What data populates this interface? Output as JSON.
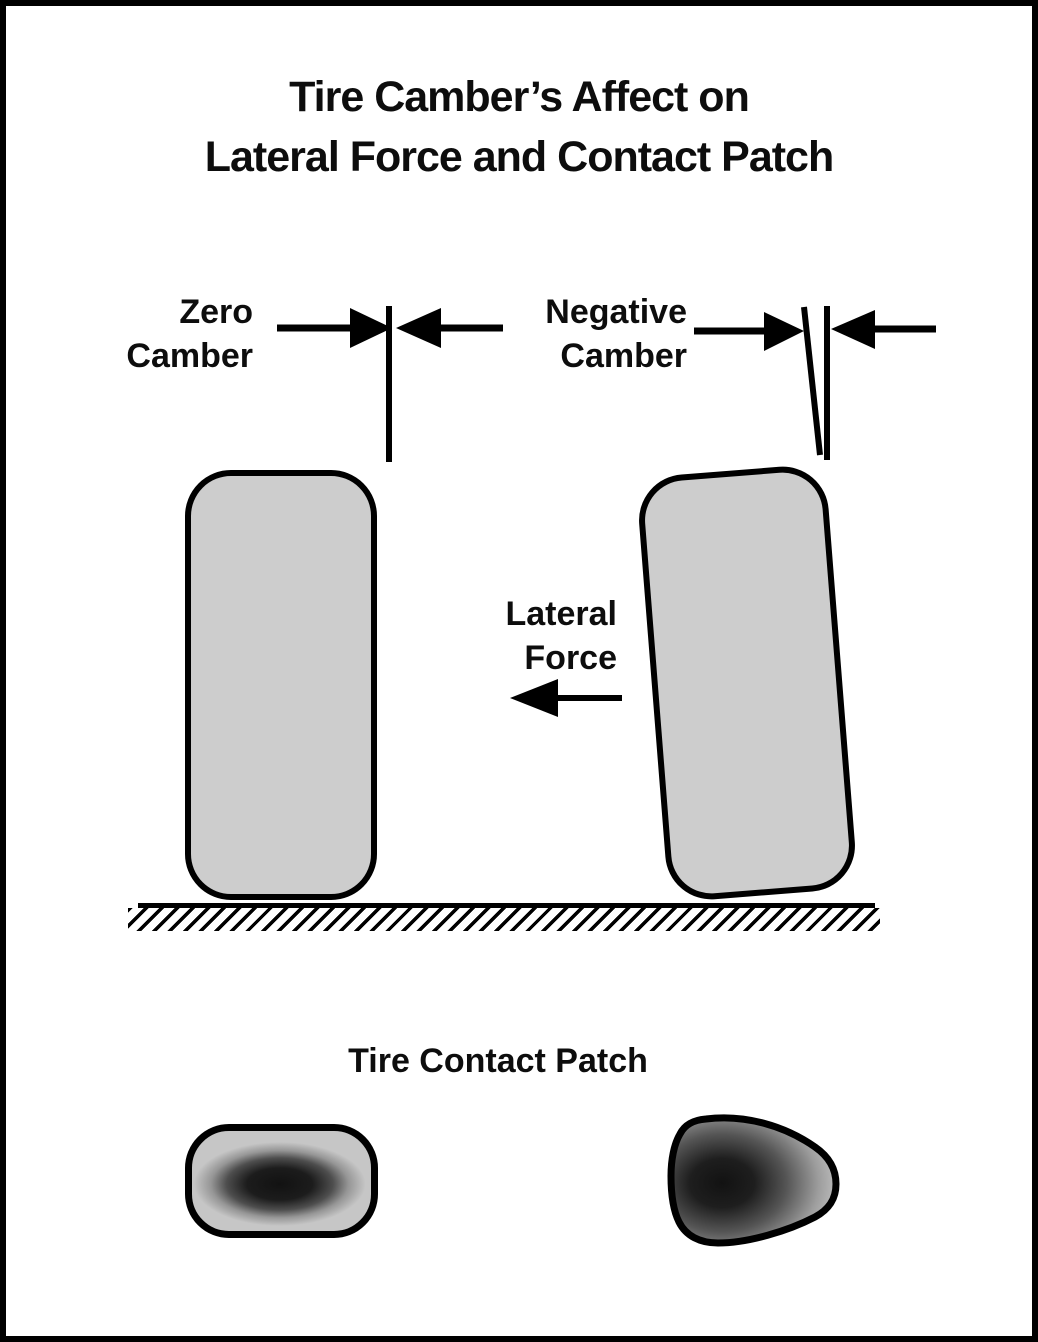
{
  "title": {
    "line1": "Tire Camber’s Affect on",
    "line2": "Lateral Force and Contact Patch"
  },
  "labels": {
    "zero_camber": {
      "line1": "Zero",
      "line2": "Camber"
    },
    "negative_camber": {
      "line1": "Negative",
      "line2": "Camber"
    },
    "lateral_force": {
      "line1": "Lateral",
      "line2": "Force"
    },
    "contact_patch_heading": "Tire Contact Patch"
  },
  "icons": {
    "zero_camber_arrows": "converging-arrows-icon",
    "negative_camber_arrows": "converging-arrows-icon",
    "lateral_force_arrow": "left-arrow-icon"
  },
  "colors": {
    "ink": "#000000",
    "text": "#0d0d0d",
    "background": "#ffffff",
    "tire_fill": "#cdcdcd",
    "patch_core": "#121212",
    "patch_edge_left": "#c6c6c6",
    "patch_edge_right": "#d2d2d2"
  }
}
